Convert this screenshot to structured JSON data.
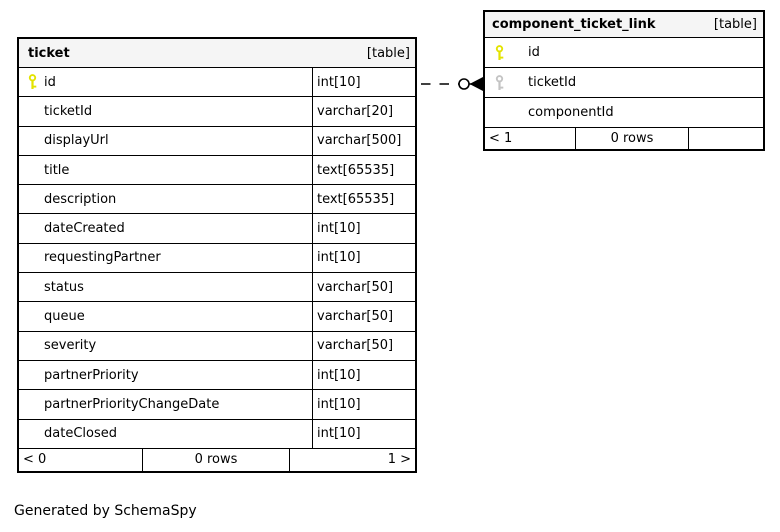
{
  "colors": {
    "primary-key": "#e3e300",
    "foreign-key": "#c4c4c4",
    "header-bg": "#f5f5f5"
  },
  "tables": [
    {
      "name": "ticket",
      "badge": "[table]",
      "columns": [
        {
          "name": "id",
          "type": "int[10]",
          "key": "primary"
        },
        {
          "name": "ticketId",
          "type": "varchar[20]",
          "key": ""
        },
        {
          "name": "displayUrl",
          "type": "varchar[500]",
          "key": ""
        },
        {
          "name": "title",
          "type": "text[65535]",
          "key": ""
        },
        {
          "name": "description",
          "type": "text[65535]",
          "key": ""
        },
        {
          "name": "dateCreated",
          "type": "int[10]",
          "key": ""
        },
        {
          "name": "requestingPartner",
          "type": "int[10]",
          "key": ""
        },
        {
          "name": "status",
          "type": "varchar[50]",
          "key": ""
        },
        {
          "name": "queue",
          "type": "varchar[50]",
          "key": ""
        },
        {
          "name": "severity",
          "type": "varchar[50]",
          "key": ""
        },
        {
          "name": "partnerPriority",
          "type": "int[10]",
          "key": ""
        },
        {
          "name": "partnerPriorityChangeDate",
          "type": "int[10]",
          "key": ""
        },
        {
          "name": "dateClosed",
          "type": "int[10]",
          "key": ""
        }
      ],
      "footer": {
        "prev": "< 0",
        "rows": "0 rows",
        "next": "1 >"
      }
    },
    {
      "name": "component_ticket_link",
      "badge": "[table]",
      "columns": [
        {
          "name": "id",
          "key": "primary"
        },
        {
          "name": "ticketId",
          "key": "foreign"
        },
        {
          "name": "componentId",
          "key": ""
        }
      ],
      "footer": {
        "prev": "< 1",
        "rows": "0 rows",
        "next": ""
      }
    }
  ],
  "relationship": {
    "from": "ticket.id",
    "to": "component_ticket_link.ticketId",
    "line_style": "dashed",
    "cardinality": "zero-or-many"
  },
  "caption": "Generated by SchemaSpy"
}
